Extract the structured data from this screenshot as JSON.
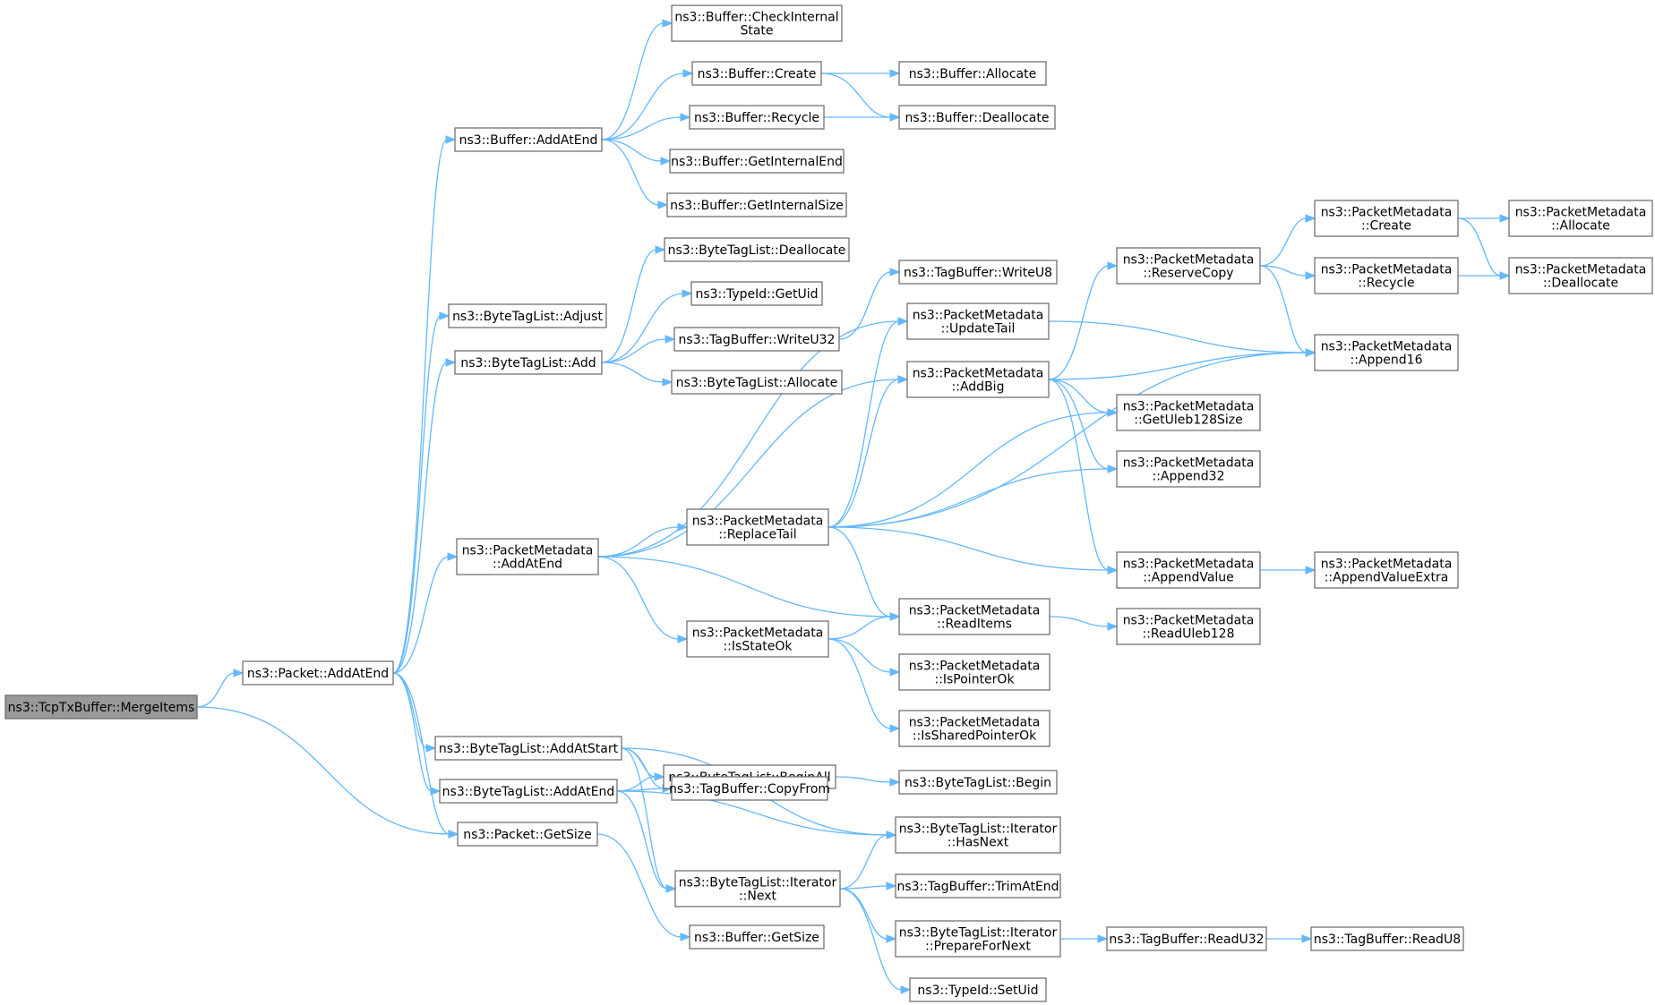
{
  "graph": {
    "title": "",
    "colors": {
      "edge": "#63b8ff",
      "node_border": "#666666",
      "root_fill": "#999999",
      "node_fill": "#ffffff"
    },
    "nodes": [
      {
        "id": "tcp_merge",
        "lines": [
          "ns3::TcpTxBuffer::MergeItems"
        ],
        "root": true
      },
      {
        "id": "pkt_addatend",
        "lines": [
          "ns3::Packet::AddAtEnd"
        ]
      },
      {
        "id": "pkt_getsize",
        "lines": [
          "ns3::Packet::GetSize"
        ]
      },
      {
        "id": "buf_addatend",
        "lines": [
          "ns3::Buffer::AddAtEnd"
        ]
      },
      {
        "id": "btl_adjust",
        "lines": [
          "ns3::ByteTagList::Adjust"
        ]
      },
      {
        "id": "btl_add",
        "lines": [
          "ns3::ByteTagList::Add"
        ]
      },
      {
        "id": "pm_addatend",
        "lines": [
          "ns3::PacketMetadata",
          "::AddAtEnd"
        ]
      },
      {
        "id": "btl_addatstart",
        "lines": [
          "ns3::ByteTagList::AddAtStart"
        ]
      },
      {
        "id": "btl_addatend",
        "lines": [
          "ns3::ByteTagList::AddAtEnd"
        ]
      },
      {
        "id": "buf_checkinternal",
        "lines": [
          "ns3::Buffer::CheckInternal",
          "State"
        ]
      },
      {
        "id": "buf_create",
        "lines": [
          "ns3::Buffer::Create"
        ]
      },
      {
        "id": "buf_recycle",
        "lines": [
          "ns3::Buffer::Recycle"
        ]
      },
      {
        "id": "buf_getinternalend",
        "lines": [
          "ns3::Buffer::GetInternalEnd"
        ]
      },
      {
        "id": "buf_getinternalsize",
        "lines": [
          "ns3::Buffer::GetInternalSize"
        ]
      },
      {
        "id": "btl_deallocate",
        "lines": [
          "ns3::ByteTagList::Deallocate"
        ]
      },
      {
        "id": "typeid_getuid",
        "lines": [
          "ns3::TypeId::GetUid"
        ]
      },
      {
        "id": "tb_writeu32",
        "lines": [
          "ns3::TagBuffer::WriteU32"
        ]
      },
      {
        "id": "btl_allocate",
        "lines": [
          "ns3::ByteTagList::Allocate"
        ]
      },
      {
        "id": "pm_replacetail",
        "lines": [
          "ns3::PacketMetadata",
          "::ReplaceTail"
        ]
      },
      {
        "id": "pm_isstateok",
        "lines": [
          "ns3::PacketMetadata",
          "::IsStateOk"
        ]
      },
      {
        "id": "btl_beginall",
        "lines": [
          "ns3::ByteTagList::BeginAll"
        ]
      },
      {
        "id": "tb_copyfrom",
        "lines": [
          "ns3::TagBuffer::CopyFrom"
        ]
      },
      {
        "id": "btl_it_next",
        "lines": [
          "ns3::ByteTagList::Iterator",
          "::Next"
        ]
      },
      {
        "id": "buf_getsize",
        "lines": [
          "ns3::Buffer::GetSize"
        ]
      },
      {
        "id": "buf_allocate",
        "lines": [
          "ns3::Buffer::Allocate"
        ]
      },
      {
        "id": "buf_deallocate",
        "lines": [
          "ns3::Buffer::Deallocate"
        ]
      },
      {
        "id": "tb_writeu8",
        "lines": [
          "ns3::TagBuffer::WriteU8"
        ]
      },
      {
        "id": "pm_updatetail",
        "lines": [
          "ns3::PacketMetadata",
          "::UpdateTail"
        ]
      },
      {
        "id": "pm_addbig",
        "lines": [
          "ns3::PacketMetadata",
          "::AddBig"
        ]
      },
      {
        "id": "pm_readitems",
        "lines": [
          "ns3::PacketMetadata",
          "::ReadItems"
        ]
      },
      {
        "id": "pm_ispointerok",
        "lines": [
          "ns3::PacketMetadata",
          "::IsPointerOk"
        ]
      },
      {
        "id": "pm_issharedpointerok",
        "lines": [
          "ns3::PacketMetadata",
          "::IsSharedPointerOk"
        ]
      },
      {
        "id": "btl_begin",
        "lines": [
          "ns3::ByteTagList::Begin"
        ]
      },
      {
        "id": "btl_it_hasnext",
        "lines": [
          "ns3::ByteTagList::Iterator",
          "::HasNext"
        ]
      },
      {
        "id": "tb_trimatend",
        "lines": [
          "ns3::TagBuffer::TrimAtEnd"
        ]
      },
      {
        "id": "btl_it_preparefornext",
        "lines": [
          "ns3::ByteTagList::Iterator",
          "::PrepareForNext"
        ]
      },
      {
        "id": "typeid_setuid",
        "lines": [
          "ns3::TypeId::SetUid"
        ]
      },
      {
        "id": "pm_reservecopy",
        "lines": [
          "ns3::PacketMetadata",
          "::ReserveCopy"
        ]
      },
      {
        "id": "pm_getuleb128size",
        "lines": [
          "ns3::PacketMetadata",
          "::GetUleb128Size"
        ]
      },
      {
        "id": "pm_append32",
        "lines": [
          "ns3::PacketMetadata",
          "::Append32"
        ]
      },
      {
        "id": "pm_appendvalue",
        "lines": [
          "ns3::PacketMetadata",
          "::AppendValue"
        ]
      },
      {
        "id": "pm_readuleb128",
        "lines": [
          "ns3::PacketMetadata",
          "::ReadUleb128"
        ]
      },
      {
        "id": "tb_readu32",
        "lines": [
          "ns3::TagBuffer::ReadU32"
        ]
      },
      {
        "id": "pm_create",
        "lines": [
          "ns3::PacketMetadata",
          "::Create"
        ]
      },
      {
        "id": "pm_recycle",
        "lines": [
          "ns3::PacketMetadata",
          "::Recycle"
        ]
      },
      {
        "id": "pm_append16",
        "lines": [
          "ns3::PacketMetadata",
          "::Append16"
        ]
      },
      {
        "id": "pm_appendvalueextra",
        "lines": [
          "ns3::PacketMetadata",
          "::AppendValueExtra"
        ]
      },
      {
        "id": "tb_readu8",
        "lines": [
          "ns3::TagBuffer::ReadU8"
        ]
      },
      {
        "id": "pm_allocate",
        "lines": [
          "ns3::PacketMetadata",
          "::Allocate"
        ]
      },
      {
        "id": "pm_deallocate",
        "lines": [
          "ns3::PacketMetadata",
          "::Deallocate"
        ]
      }
    ],
    "edges": [
      [
        "tcp_merge",
        "pkt_addatend"
      ],
      [
        "tcp_merge",
        "pkt_getsize"
      ],
      [
        "pkt_addatend",
        "buf_addatend"
      ],
      [
        "pkt_addatend",
        "btl_adjust"
      ],
      [
        "pkt_addatend",
        "btl_add"
      ],
      [
        "pkt_addatend",
        "pm_addatend"
      ],
      [
        "pkt_addatend",
        "btl_addatstart"
      ],
      [
        "pkt_addatend",
        "btl_addatend"
      ],
      [
        "pkt_addatend",
        "pkt_getsize"
      ],
      [
        "buf_addatend",
        "buf_checkinternal"
      ],
      [
        "buf_addatend",
        "buf_create"
      ],
      [
        "buf_addatend",
        "buf_recycle"
      ],
      [
        "buf_addatend",
        "buf_getinternalend"
      ],
      [
        "buf_addatend",
        "buf_getinternalsize"
      ],
      [
        "buf_create",
        "buf_allocate"
      ],
      [
        "buf_create",
        "buf_deallocate"
      ],
      [
        "buf_recycle",
        "buf_deallocate"
      ],
      [
        "btl_add",
        "btl_deallocate"
      ],
      [
        "btl_add",
        "typeid_getuid"
      ],
      [
        "btl_add",
        "tb_writeu32"
      ],
      [
        "btl_add",
        "btl_allocate"
      ],
      [
        "tb_writeu32",
        "tb_writeu8"
      ],
      [
        "pm_addatend",
        "pm_updatetail"
      ],
      [
        "pm_addatend",
        "pm_addbig"
      ],
      [
        "pm_addatend",
        "pm_replacetail"
      ],
      [
        "pm_addatend",
        "pm_readitems"
      ],
      [
        "pm_addatend",
        "pm_isstateok"
      ],
      [
        "pm_replacetail",
        "pm_updatetail"
      ],
      [
        "pm_replacetail",
        "pm_addbig"
      ],
      [
        "pm_replacetail",
        "pm_getuleb128size"
      ],
      [
        "pm_replacetail",
        "pm_append32"
      ],
      [
        "pm_replacetail",
        "pm_append16"
      ],
      [
        "pm_replacetail",
        "pm_appendvalue"
      ],
      [
        "pm_replacetail",
        "pm_readitems"
      ],
      [
        "pm_isstateok",
        "pm_readitems"
      ],
      [
        "pm_isstateok",
        "pm_ispointerok"
      ],
      [
        "pm_isstateok",
        "pm_issharedpointerok"
      ],
      [
        "pm_updatetail",
        "pm_append16"
      ],
      [
        "pm_addbig",
        "pm_reservecopy"
      ],
      [
        "pm_addbig",
        "pm_append16"
      ],
      [
        "pm_addbig",
        "pm_getuleb128size"
      ],
      [
        "pm_addbig",
        "pm_append32"
      ],
      [
        "pm_addbig",
        "pm_appendvalue"
      ],
      [
        "pm_reservecopy",
        "pm_create"
      ],
      [
        "pm_reservecopy",
        "pm_recycle"
      ],
      [
        "pm_reservecopy",
        "pm_append16"
      ],
      [
        "pm_create",
        "pm_allocate"
      ],
      [
        "pm_create",
        "pm_deallocate"
      ],
      [
        "pm_recycle",
        "pm_deallocate"
      ],
      [
        "pm_appendvalue",
        "pm_appendvalueextra"
      ],
      [
        "pm_readitems",
        "pm_readuleb128"
      ],
      [
        "btl_addatstart",
        "btl_beginall"
      ],
      [
        "btl_addatstart",
        "tb_copyfrom"
      ],
      [
        "btl_addatstart",
        "btl_it_hasnext"
      ],
      [
        "btl_addatstart",
        "btl_it_next"
      ],
      [
        "btl_addatend",
        "btl_beginall"
      ],
      [
        "btl_addatend",
        "tb_copyfrom"
      ],
      [
        "btl_addatend",
        "btl_it_hasnext"
      ],
      [
        "btl_addatend",
        "btl_it_next"
      ],
      [
        "btl_beginall",
        "btl_begin"
      ],
      [
        "btl_it_next",
        "btl_it_hasnext"
      ],
      [
        "btl_it_next",
        "tb_trimatend"
      ],
      [
        "btl_it_next",
        "btl_it_preparefornext"
      ],
      [
        "btl_it_next",
        "typeid_setuid"
      ],
      [
        "btl_it_preparefornext",
        "tb_readu32"
      ],
      [
        "tb_readu32",
        "tb_readu8"
      ],
      [
        "pkt_getsize",
        "buf_getsize"
      ]
    ]
  }
}
